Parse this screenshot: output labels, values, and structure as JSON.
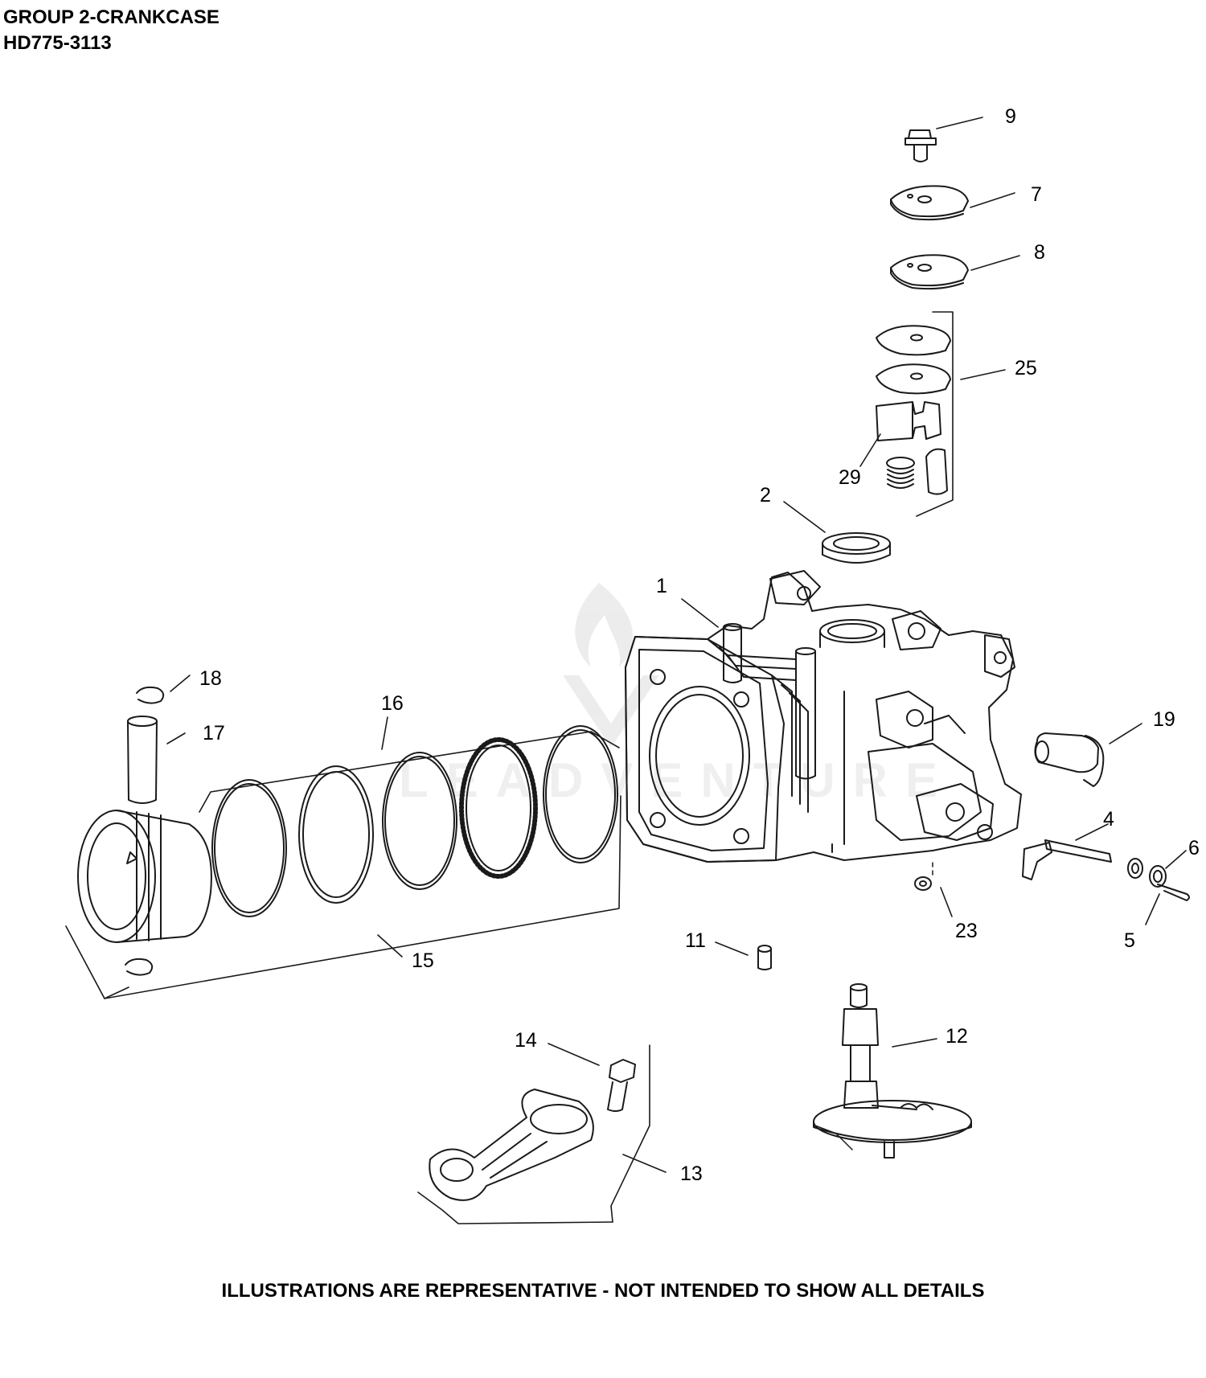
{
  "header": {
    "group_title": "GROUP 2-CRANKCASE",
    "model": "HD775-3113"
  },
  "footer": {
    "disclaimer": "ILLUSTRATIONS ARE REPRESENTATIVE - NOT INTENDED TO SHOW ALL DETAILS"
  },
  "watermark": {
    "text": "LEADVENTURE"
  },
  "callouts": [
    {
      "id": "1",
      "label": "1"
    },
    {
      "id": "2",
      "label": "2"
    },
    {
      "id": "4",
      "label": "4"
    },
    {
      "id": "5",
      "label": "5"
    },
    {
      "id": "6",
      "label": "6"
    },
    {
      "id": "7",
      "label": "7"
    },
    {
      "id": "8",
      "label": "8"
    },
    {
      "id": "9",
      "label": "9"
    },
    {
      "id": "11",
      "label": "11"
    },
    {
      "id": "12",
      "label": "12"
    },
    {
      "id": "13",
      "label": "13"
    },
    {
      "id": "14",
      "label": "14"
    },
    {
      "id": "15",
      "label": "15"
    },
    {
      "id": "16",
      "label": "16"
    },
    {
      "id": "17",
      "label": "17"
    },
    {
      "id": "18",
      "label": "18"
    },
    {
      "id": "19",
      "label": "19"
    },
    {
      "id": "23",
      "label": "23"
    },
    {
      "id": "25",
      "label": "25"
    },
    {
      "id": "29",
      "label": "29"
    }
  ]
}
